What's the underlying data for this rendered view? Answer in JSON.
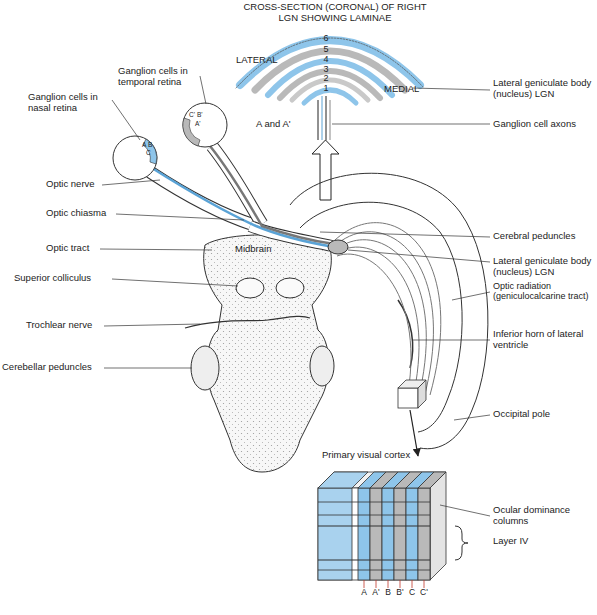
{
  "diagram": {
    "nodes": [
      {
        "text": [
          "CROSS-SECTION (CORONAL) OF RIGHT LGN SHOWING LAMINAE",
          "6",
          "5",
          "4",
          "3",
          "2",
          "1"
        ]
      },
      {
        "text": [
          "Primary visual cortex",
          "A",
          "A'",
          "B",
          "B'",
          "C",
          "C'"
        ]
      }
    ],
    "labels": [
      "LATERAL",
      "MEDIAL",
      "Lateral geniculate body (nucleus) LGN",
      "Ganglion cell axons",
      "Ganglion cells in temporal retina",
      "Ganglion cells in nasal retina",
      "A and A'",
      "A",
      "B",
      "C",
      "C'",
      "B'",
      "A'",
      "Optic nerve",
      "Optic chiasma",
      "Optic tract",
      "Superior colliculus",
      "Trochlear nerve",
      "Cerebellar peduncles",
      "Midbrain",
      "Cerebral peduncles",
      "Lateral geniculate body (nucleus) LGN",
      "Optic radiation (geniculocalcarine tract)",
      "Inferior horn of lateral ventricle",
      "Occipital pole",
      "Ocular dominance columns",
      "Layer IV"
    ]
  }
}
